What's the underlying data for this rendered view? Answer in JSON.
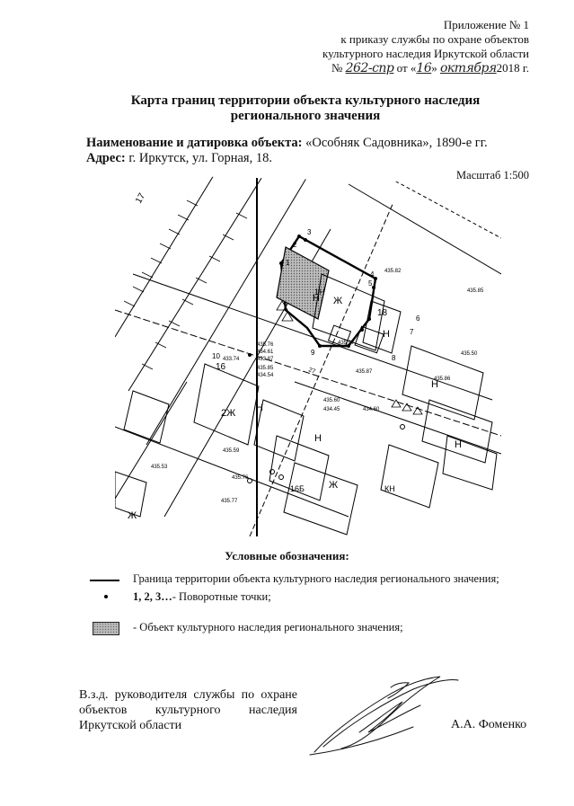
{
  "annex": {
    "line1": "Приложение № 1",
    "line2": "к приказу службы по охране объектов",
    "line3": "культурного наследия Иркутской области",
    "num_prefix": "№",
    "num_hand": "262-спр",
    "date_mid": "от «",
    "day_hand": "16",
    "date_mid2": "»",
    "month_hand": "октября",
    "year": "2018 г."
  },
  "title": {
    "line1": "Карта границ территории объекта культурного наследия",
    "line2": "регионального значения"
  },
  "object": {
    "name_label": "Наименование и датировка объекта:",
    "name_value": " «Особняк Садовника», 1890-е гг.",
    "addr_label": "Адрес:",
    "addr_value": " г. Иркутск, ул. Горная, 18."
  },
  "scale": "Масштаб 1:500",
  "map": {
    "point_labels": [
      "1",
      "2",
      "3",
      "4",
      "5",
      "6",
      "7",
      "8",
      "9",
      "10"
    ],
    "building_marks": [
      "Н",
      "Н",
      "Н",
      "Н",
      "Н",
      "Н",
      "Ж",
      "Ж",
      "Ж",
      "2Ж",
      "16Б",
      "1Н",
      "КН"
    ],
    "elevations": [
      "435.82",
      "435.85",
      "435.50",
      "435.76",
      "434.61",
      "433.87",
      "435.85",
      "434.54",
      "435.86",
      "433.74",
      "435.07",
      "435.87",
      "435.60",
      "434.45",
      "434.60",
      "435.59",
      "435.77",
      "435.76",
      "435.53"
    ],
    "lot_numbers": [
      "17",
      "18",
      "16",
      "27",
      "2Ж"
    ]
  },
  "legend": {
    "title": "Условные обозначения:",
    "item1": "Граница  территории  объекта   культурного  наследия регионального значения;",
    "item2_bold": "1, 2, 3…",
    "item2": "- Поворотные точки;",
    "item3": "-  Объект культурного наследия регионального  значения;"
  },
  "signature": {
    "position": "В.з.д.   руководителя   службы   по охране    объектов    культурного наследия Иркутской области",
    "name": "А.А. Фоменко"
  }
}
